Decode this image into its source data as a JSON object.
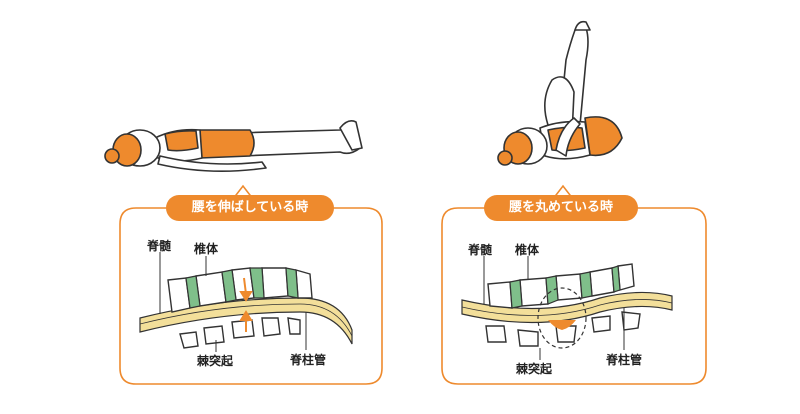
{
  "panels": {
    "left": {
      "title": "腰を伸ばしている時",
      "labels": {
        "spinal_cord": "脊髄",
        "vertebral_body": "椎体",
        "spinous_process": "棘突起",
        "spinal_canal": "脊柱管"
      }
    },
    "right": {
      "title": "腰を丸めている時",
      "labels": {
        "spinal_cord": "脊髄",
        "vertebral_body": "椎体",
        "spinous_process": "棘突起",
        "spinal_canal": "脊柱管"
      }
    }
  },
  "colors": {
    "accent_orange": "#ee8a2d",
    "disc_green": "#7fbf8a",
    "spinal_cord_yellow": "#f3df9a",
    "outline": "#333333"
  }
}
